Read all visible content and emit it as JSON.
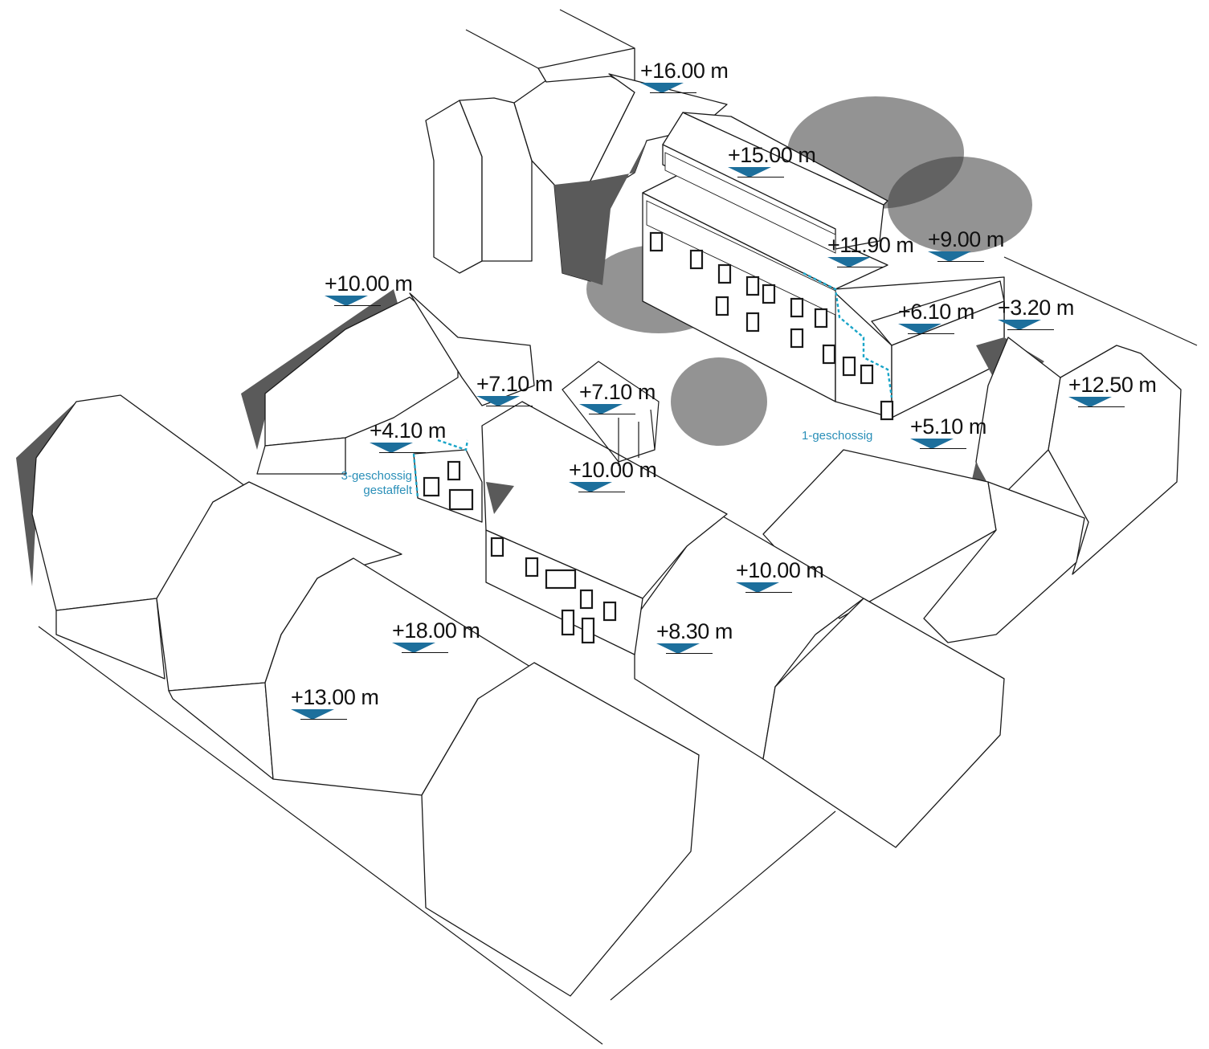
{
  "height_markers": [
    {
      "id": "h-16-00",
      "label": "+16.00 m"
    },
    {
      "id": "h-15-00",
      "label": "+15.00 m"
    },
    {
      "id": "h-11-90",
      "label": "+11.90 m"
    },
    {
      "id": "h-9-00",
      "label": "+9.00 m"
    },
    {
      "id": "h-6-10",
      "label": "+6.10 m"
    },
    {
      "id": "h-3-20",
      "label": "+3.20 m"
    },
    {
      "id": "h-12-50",
      "label": "+12.50 m"
    },
    {
      "id": "h-5-10",
      "label": "+5.10 m"
    },
    {
      "id": "h-10-00-nw",
      "label": "+10.00 m"
    },
    {
      "id": "h-7-10-a",
      "label": "+7.10 m"
    },
    {
      "id": "h-7-10-b",
      "label": "+7.10 m"
    },
    {
      "id": "h-4-10",
      "label": "+4.10 m"
    },
    {
      "id": "h-10-00-c",
      "label": "+10.00 m"
    },
    {
      "id": "h-10-00-e",
      "label": "+10.00 m"
    },
    {
      "id": "h-8-30",
      "label": "+8.30 m"
    },
    {
      "id": "h-18-00",
      "label": "+18.00 m"
    },
    {
      "id": "h-13-00",
      "label": "+13.00 m"
    }
  ],
  "annotations": {
    "one_storey": "1-geschossig",
    "three_storey_line1": "3-geschossig",
    "three_storey_line2": "gestaffelt"
  },
  "colors": {
    "marker_triangle": "#1d6f9c",
    "annotation": "#2a8fb8",
    "outline": "#1a1a1a",
    "shadow": "#5a5a5a"
  }
}
